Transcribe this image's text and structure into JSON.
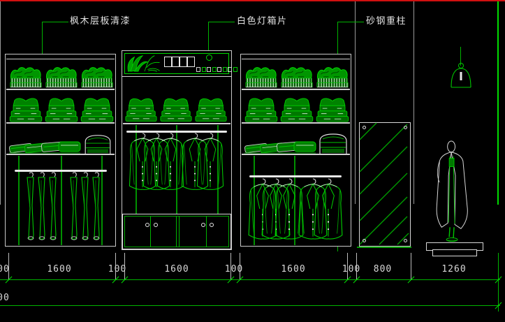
{
  "annotations": {
    "shelf_label": "枫木层板清漆",
    "lightbox_label": "白色灯箱片",
    "column_label": "砂钢重柱"
  },
  "dimensions": {
    "row1": [
      "00",
      "1600",
      "100",
      "1600",
      "100",
      "1600",
      "100",
      "800",
      "1260"
    ],
    "row2": [
      "00"
    ]
  },
  "colors": {
    "background": "#000000",
    "line_green": "#00b400",
    "line_green_bright": "#00dc00",
    "line_white": "#cfcfcf",
    "floor_red": "#d01010",
    "text": "#d8d8d8"
  }
}
